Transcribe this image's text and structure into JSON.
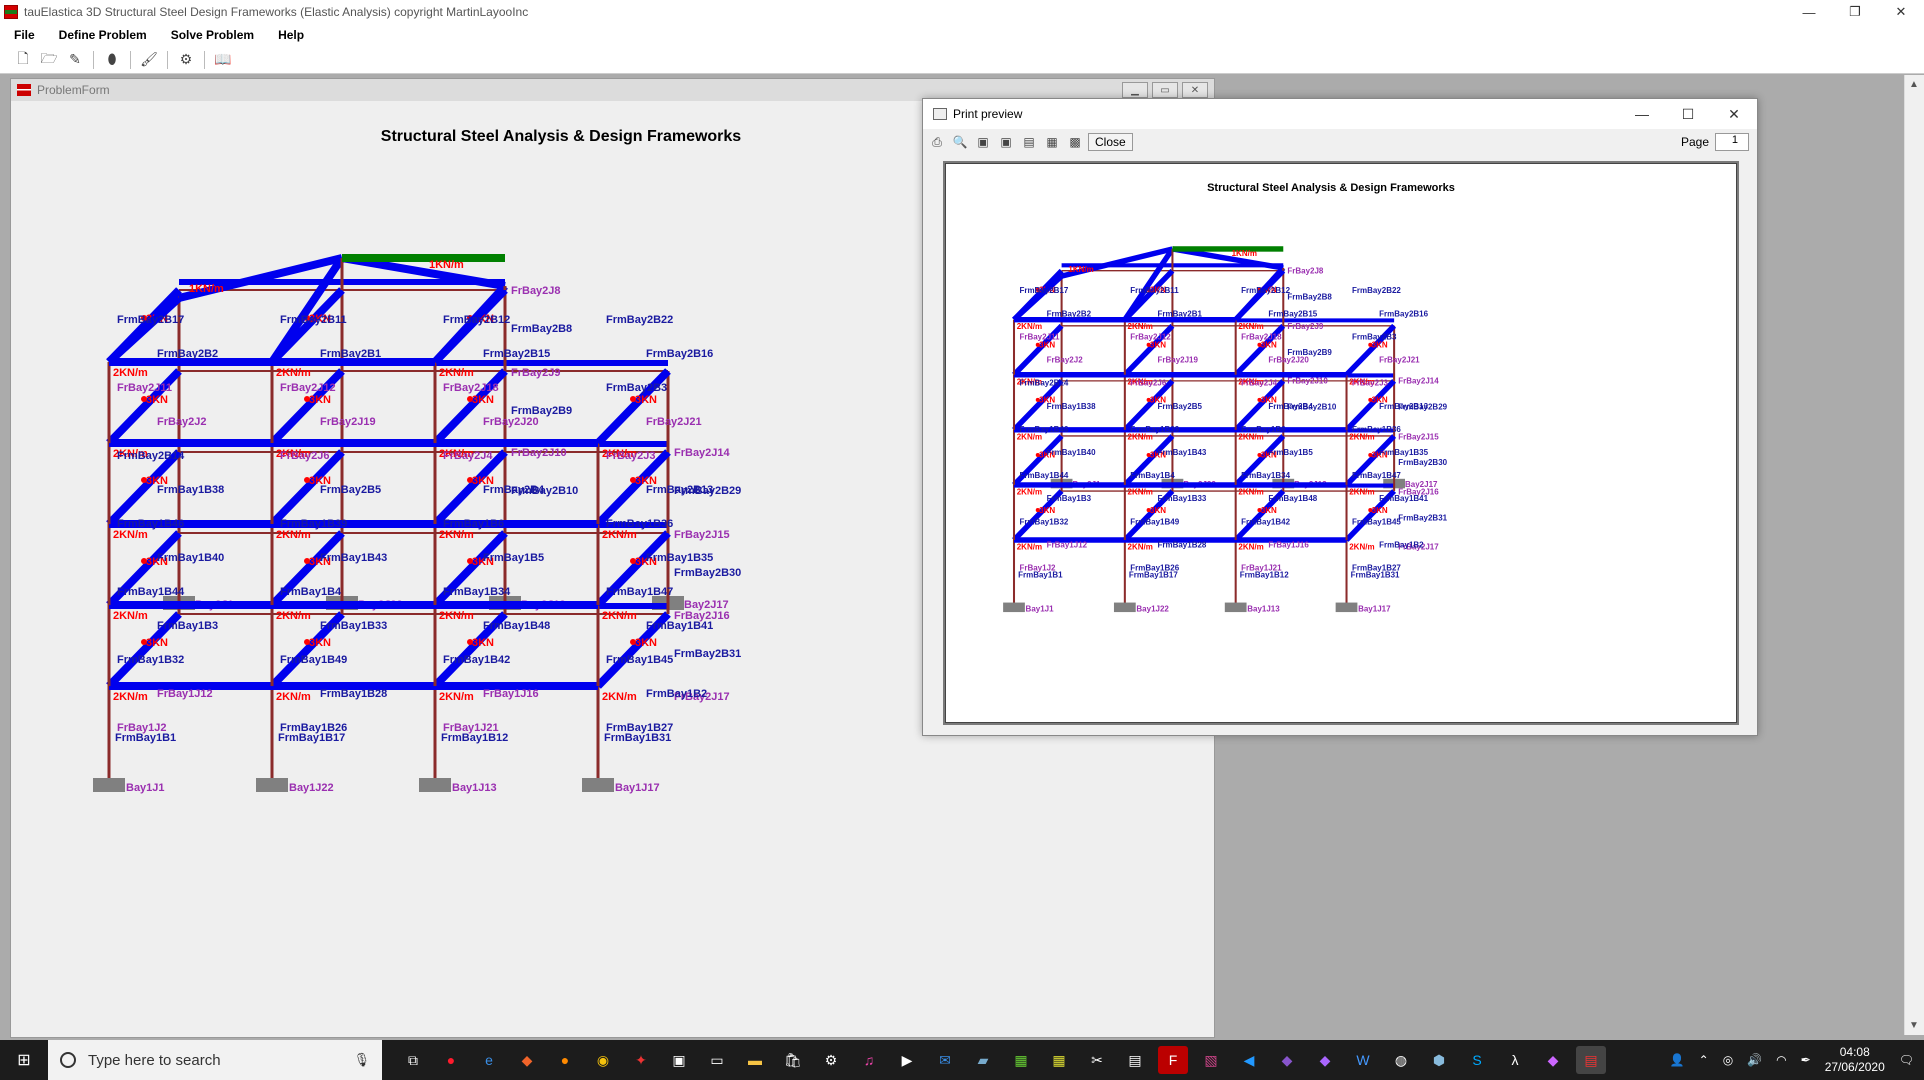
{
  "app": {
    "title": "tauElastica 3D Structural Steel Design Frameworks (Elastic Analysis) copyright MartinLayooInc",
    "menu": [
      "File",
      "Define Problem",
      "Solve Problem",
      "Help"
    ],
    "minimize_glyph": "—",
    "restore_glyph": "❐",
    "close_glyph": "✕"
  },
  "problem_form": {
    "title": "ProblemForm",
    "drawing_title": "Structural Steel Analysis & Design Frameworks"
  },
  "print_preview": {
    "title": "Print preview",
    "close_label": "Close",
    "page_label": "Page",
    "page_value": "1",
    "drawing_title": "Structural Steel Analysis & Design Frameworks"
  },
  "structure": {
    "column_labels": [
      "FrmBay1B1",
      "FrmBay1B17",
      "FrmBay1B12",
      "FrmBay1B31"
    ],
    "support_labels": [
      "Bay1J1",
      "Bay1J22",
      "Bay1J13",
      "Bay1J17"
    ],
    "upper_support_labels": [
      "Bay2J1",
      "Bay2J22",
      "Bay2J13",
      "Bay2J17"
    ],
    "joint_labels_right": [
      "FrBay2J8",
      "FrBay2J9",
      "FrBay2J10",
      "FrBay2J14",
      "FrBay2J15",
      "FrBay2J16",
      "FrBay2J17"
    ],
    "beam_labels_right": [
      "FrmBay2B8",
      "FrmBay2B9",
      "FrmBay2B10",
      "FrmBay2B29",
      "FrmBay2B30",
      "FrmBay2B31"
    ],
    "misc_labels": [
      "FrBay1J2",
      "FrmBay1B26",
      "FrBay1J21",
      "FrmBay1B27",
      "FrBay1J12",
      "FrmBay1B28",
      "FrBay1J16",
      "FrmBay1B2",
      "FrmBay1B32",
      "FrmBay1B49",
      "FrmBay1B42",
      "FrmBay1B45",
      "FrmBay1B3",
      "FrmBay1B33",
      "FrmBay1B48",
      "FrmBay1B41",
      "FrmBay1B44",
      "FrmBay1B4",
      "FrmBay1B34",
      "FrmBay1B47",
      "FrmBay1B40",
      "FrmBay1B43",
      "FrmBay1B5",
      "FrmBay1B35",
      "FrmBay1B46",
      "FrmBay1B39",
      "FrmBay1B6",
      "FrmBay1B36",
      "FrmBay1B38",
      "FrmBay2B5",
      "FrmBay2B4",
      "FrmBay2B13",
      "FrmBay2B14",
      "FrBay2J6",
      "FrBay2J4",
      "FrBay2J3",
      "FrBay2J2",
      "FrBay2J19",
      "FrBay2J20",
      "FrBay2J21",
      "FrBay2J11",
      "FrBay2J12",
      "FrBay2J18",
      "FrmBay2B3",
      "FrmBay2B2",
      "FrmBay2B1",
      "FrmBay2B15",
      "FrmBay2B16",
      "FrmBay2B17",
      "FrmBay2B11",
      "FrmBay2B12",
      "FrmBay2B22"
    ],
    "load_labels": [
      "2KN/m",
      "1KN/m",
      "3KN"
    ]
  },
  "taskbar": {
    "search_placeholder": "Type here to search",
    "time": "04:08",
    "date": "27/06/2020"
  },
  "colors": {
    "beam": "#0000ee",
    "column": "#8b2b2b",
    "load": "#ff0000",
    "label_beam": "#1a1aa0",
    "label_joint": "#9a2fb0",
    "ridge": "#008000",
    "support": "#808080"
  }
}
